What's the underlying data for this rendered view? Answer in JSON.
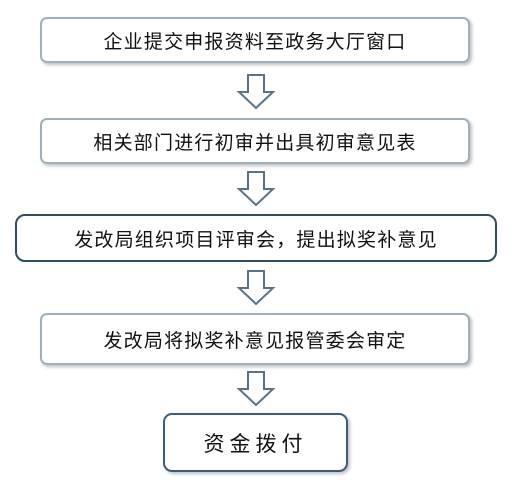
{
  "steps": [
    "企业提交申报资料至政务大厅窗口",
    "相关部门进行初审并出具初审意见表",
    "发改局组织项目评审会，提出拟奖补意见",
    "发改局将拟奖补意见报管委会审定",
    "资金拨付"
  ],
  "colors": {
    "box_border": "#9fb0bd",
    "emphasis_border": "#2f4d63",
    "arrow_stroke": "#5a7387"
  }
}
